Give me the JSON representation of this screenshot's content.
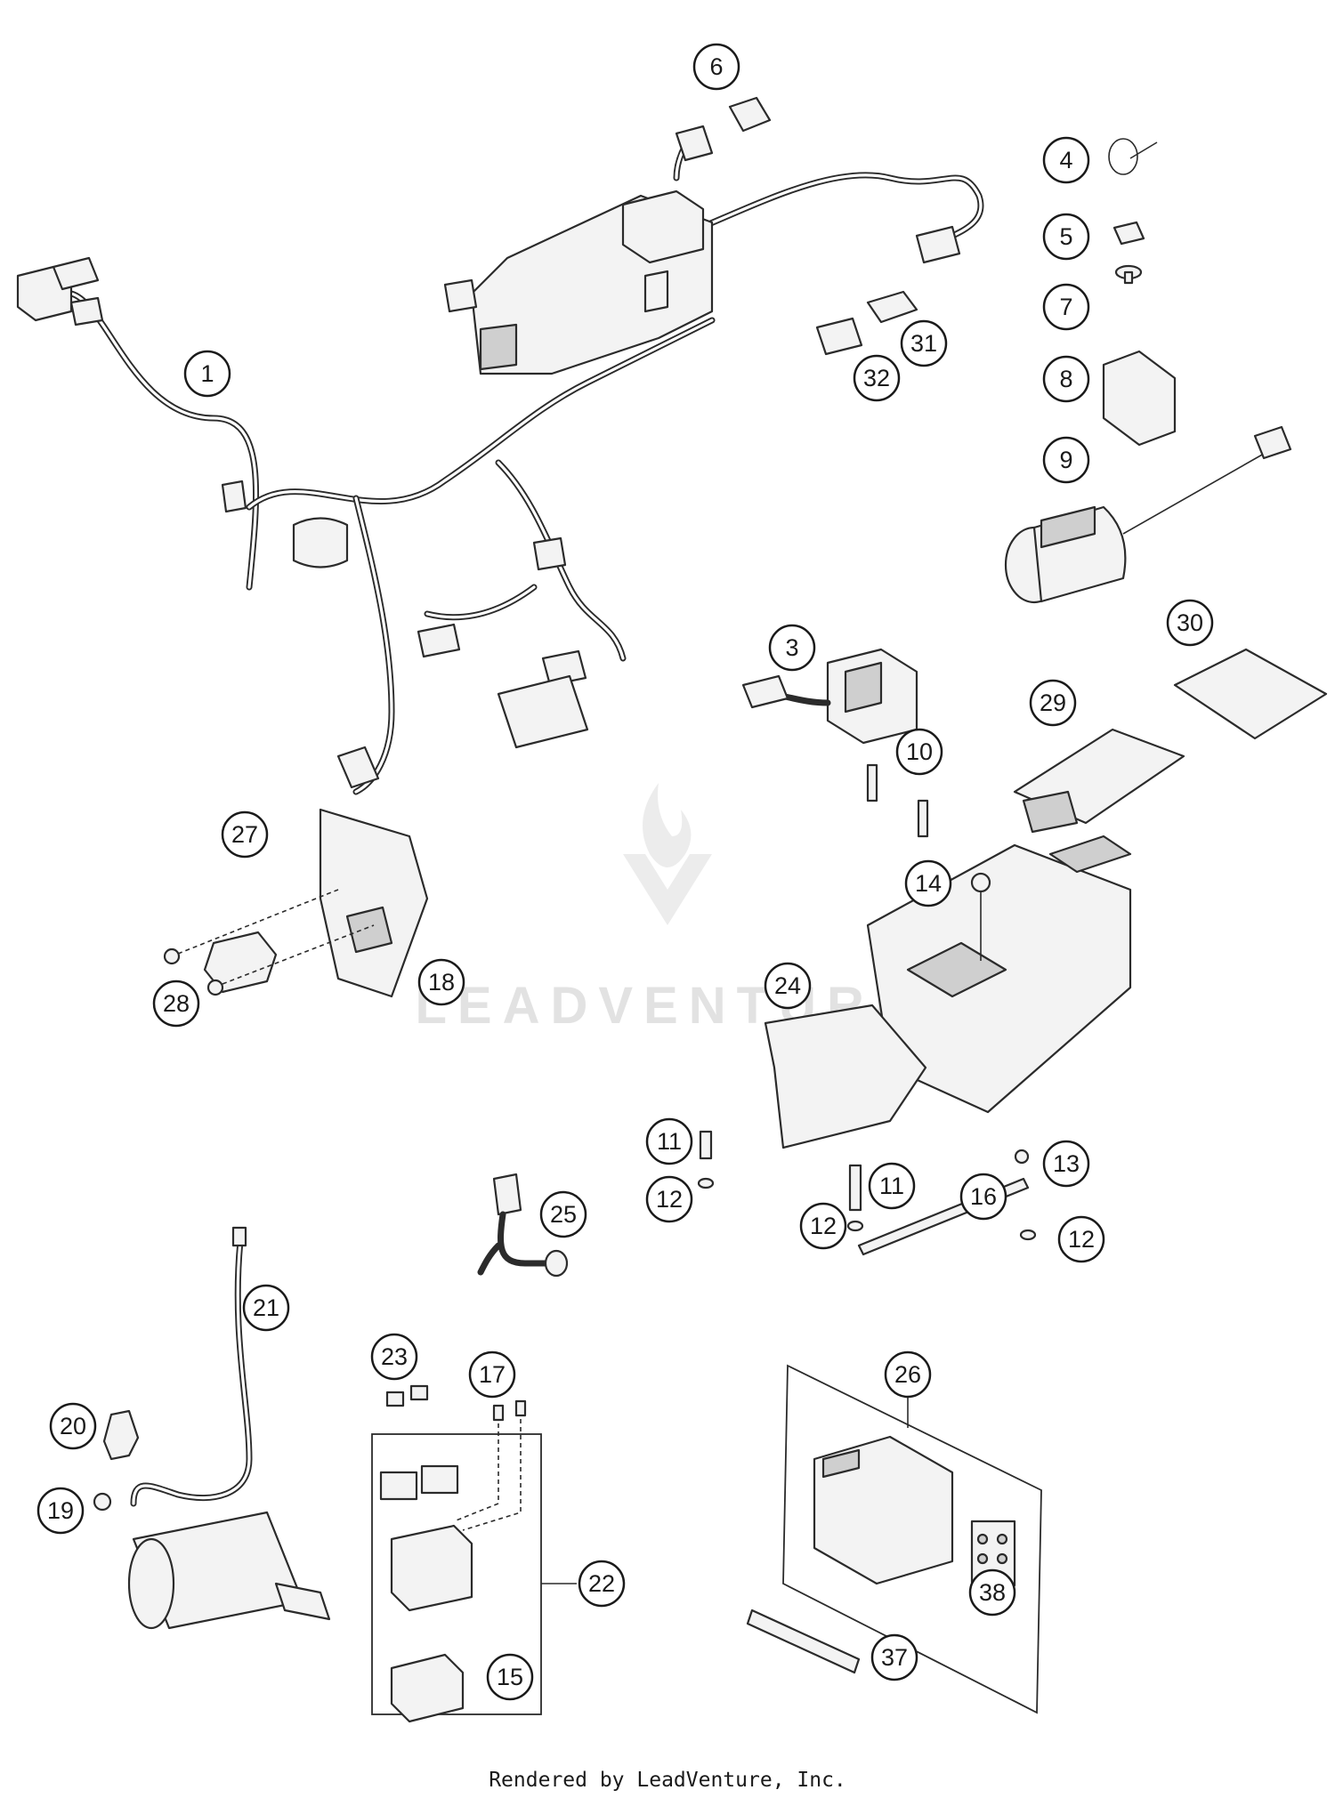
{
  "footer_text": "Rendered by LeadVenture, Inc.",
  "watermark_text": "LEADVENTURE",
  "callouts": [
    "1",
    "3",
    "4",
    "5",
    "6",
    "7",
    "8",
    "9",
    "10",
    "11",
    "11",
    "12",
    "12",
    "12",
    "13",
    "14",
    "15",
    "16",
    "17",
    "18",
    "19",
    "20",
    "21",
    "22",
    "23",
    "24",
    "25",
    "26",
    "27",
    "28",
    "29",
    "30",
    "31",
    "32",
    "37",
    "38"
  ],
  "colors": {
    "line": "#2b2b2b",
    "fill": "#f3f3f3",
    "background": "#ffffff"
  }
}
